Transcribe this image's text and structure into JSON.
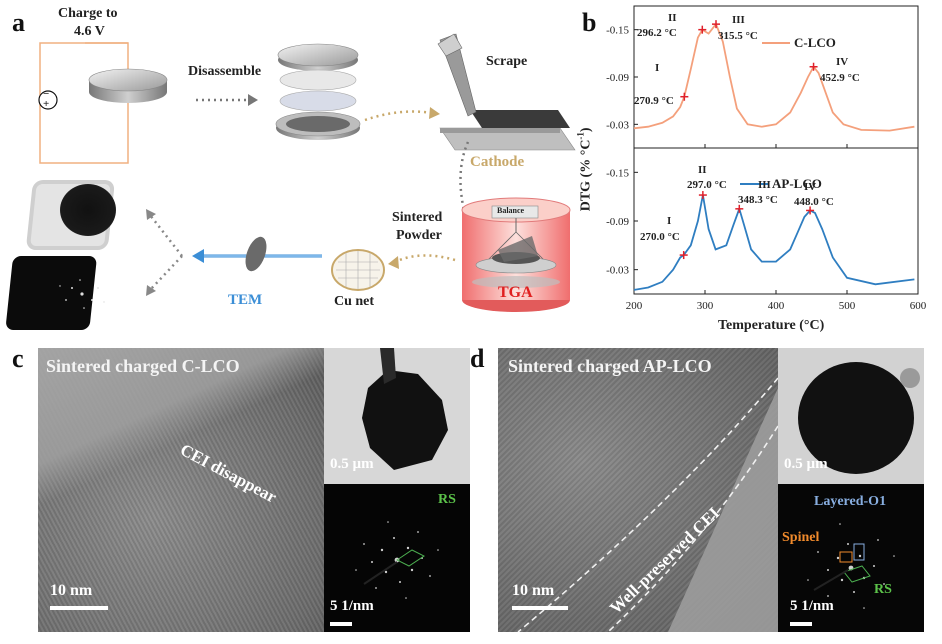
{
  "panel_a": {
    "label": "a",
    "charge": "Charge to",
    "voltage": "4.6 V",
    "disassemble": "Disassemble",
    "scrape": "Scrape",
    "cathode": "Cathode",
    "balance": "Balance",
    "sintered1": "Sintered",
    "sintered2": "Powder",
    "tga": "TGA",
    "cunet": "Cu net",
    "tem": "TEM",
    "minus": "−",
    "plus": "+"
  },
  "panel_b": {
    "label": "b",
    "top_legend": "C-LCO",
    "bottom_legend": "AP-LCO",
    "top_color": "#f4a07c",
    "bottom_color": "#2f7ec1",
    "ylabel_main": "DTG (% °C",
    "ylabel_sup": "-1",
    "ylabel_end": ")",
    "xlabel": "Temperature (°C)",
    "top_peaks": [
      {
        "id": "I",
        "temp": "270.9 °C"
      },
      {
        "id": "II",
        "temp": "296.2 °C"
      },
      {
        "id": "III",
        "temp": "315.5 °C"
      },
      {
        "id": "IV",
        "temp": "452.9 °C"
      }
    ],
    "bottom_peaks": [
      {
        "id": "I",
        "temp": "270.0 °C"
      },
      {
        "id": "II",
        "temp": "297.0 °C"
      },
      {
        "id": "III",
        "temp": "348.3 °C"
      },
      {
        "id": "IV",
        "temp": "448.0 °C"
      }
    ]
  },
  "chart_data": {
    "type": "line",
    "xlabel": "Temperature (°C)",
    "ylabel": "DTG (% °C-1)",
    "xlim": [
      200,
      600
    ],
    "x_ticks": [
      200,
      300,
      400,
      500,
      600
    ],
    "y_ticks": [
      -0.15,
      -0.09,
      -0.03
    ],
    "ylim": [
      -0.18,
      0.0
    ],
    "y_inverted": true,
    "panels": [
      {
        "name": "C-LCO",
        "x": [
          200,
          220,
          240,
          255,
          265,
          270.9,
          280,
          290,
          296.2,
          305,
          315.5,
          325,
          335,
          345,
          360,
          380,
          400,
          420,
          435,
          445,
          452.9,
          460,
          470,
          480,
          495,
          520,
          560,
          595
        ],
        "y": [
          -0.025,
          -0.027,
          -0.032,
          -0.04,
          -0.052,
          -0.065,
          -0.1,
          -0.14,
          -0.15,
          -0.145,
          -0.157,
          -0.135,
          -0.09,
          -0.05,
          -0.03,
          -0.027,
          -0.03,
          -0.045,
          -0.07,
          -0.09,
          -0.103,
          -0.095,
          -0.07,
          -0.045,
          -0.03,
          -0.023,
          -0.022,
          -0.027
        ],
        "peaks": [
          270.9,
          296.2,
          315.5,
          452.9
        ]
      },
      {
        "name": "AP-LCO",
        "x": [
          200,
          220,
          240,
          255,
          265,
          270,
          280,
          290,
          297,
          305,
          315,
          330,
          340,
          348.3,
          355,
          365,
          380,
          400,
          420,
          430,
          440,
          448,
          455,
          465,
          480,
          500,
          540,
          595
        ],
        "y": [
          -0.005,
          -0.008,
          -0.015,
          -0.03,
          -0.045,
          -0.048,
          -0.06,
          -0.09,
          -0.122,
          -0.08,
          -0.055,
          -0.06,
          -0.085,
          -0.105,
          -0.085,
          -0.055,
          -0.04,
          -0.04,
          -0.055,
          -0.075,
          -0.095,
          -0.103,
          -0.1,
          -0.08,
          -0.045,
          -0.02,
          -0.012,
          -0.018
        ],
        "peaks": [
          270.0,
          297.0,
          348.3,
          448.0
        ]
      }
    ],
    "tick_labels_x": [
      "200",
      "300",
      "400",
      "500",
      "600"
    ],
    "tick_labels_y": [
      "-0.15",
      "-0.09",
      "-0.03"
    ]
  },
  "panel_c": {
    "label": "c",
    "title": "Sintered charged C-LCO",
    "annotation": "CEI disappear",
    "scale_main": "10 nm",
    "scale_inset": "0.5 µm",
    "scale_fft": "5 1/nm",
    "fft_label": "RS"
  },
  "panel_d": {
    "label": "d",
    "title": "Sintered charged AP-LCO",
    "annotation": "Well-preserved CEI",
    "scale_main": "10 nm",
    "scale_inset": "0.5 µm",
    "scale_fft": "5 1/nm",
    "fft_layered": "Layered-O1",
    "fft_spinel": "Spinel",
    "fft_rs": "RS"
  }
}
